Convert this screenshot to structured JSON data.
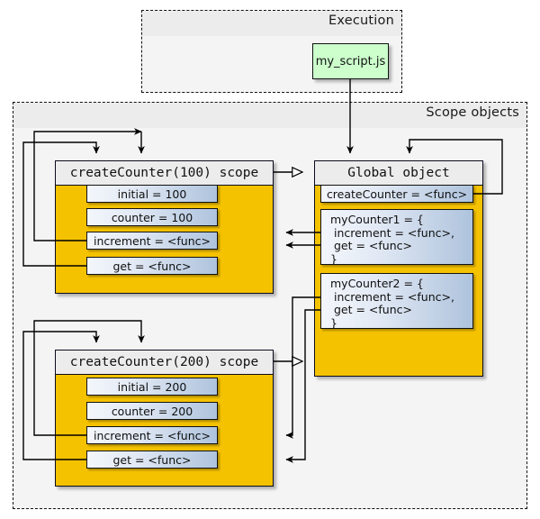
{
  "diagram": {
    "title": "JavaScript closure scope diagram",
    "colors": {
      "scope_fill": "#F5C200",
      "header_fill": "#ECECEC",
      "script_fill": "#CCFFCC",
      "chip_gradient_end": "#AEC3DD",
      "line": "#000000",
      "frame_fill": "#F4F4F4"
    }
  },
  "packages": [
    {
      "name": "execution",
      "title": "Execution"
    },
    {
      "name": "scope_objects",
      "title": "Scope objects"
    }
  ],
  "script_node": {
    "label": "my_script.js"
  },
  "nodes": [
    {
      "name": "create-counter-100-scope",
      "title": "createCounter(100) scope",
      "attributes": [
        {
          "name": "initial",
          "text": "initial = 100"
        },
        {
          "name": "counter",
          "text": "counter = 100"
        },
        {
          "name": "increment",
          "text": "increment = <func>"
        },
        {
          "name": "get",
          "text": "get = <func>"
        }
      ]
    },
    {
      "name": "create-counter-200-scope",
      "title": "createCounter(200) scope",
      "attributes": [
        {
          "name": "initial",
          "text": "initial = 200"
        },
        {
          "name": "counter",
          "text": "counter = 200"
        },
        {
          "name": "increment",
          "text": "increment = <func>"
        },
        {
          "name": "get",
          "text": "get = <func>"
        }
      ]
    },
    {
      "name": "global-object",
      "title": "Global object",
      "attributes": [
        {
          "name": "create-counter",
          "text": "createCounter = <func>"
        },
        {
          "name": "my-counter-1",
          "lines": [
            "myCounter1 = {",
            " increment = <func>,",
            " get = <func>",
            "}"
          ]
        },
        {
          "name": "my-counter-2",
          "lines": [
            "myCounter2 = {",
            " increment = <func>,",
            " get = <func>",
            "}"
          ]
        }
      ]
    }
  ]
}
